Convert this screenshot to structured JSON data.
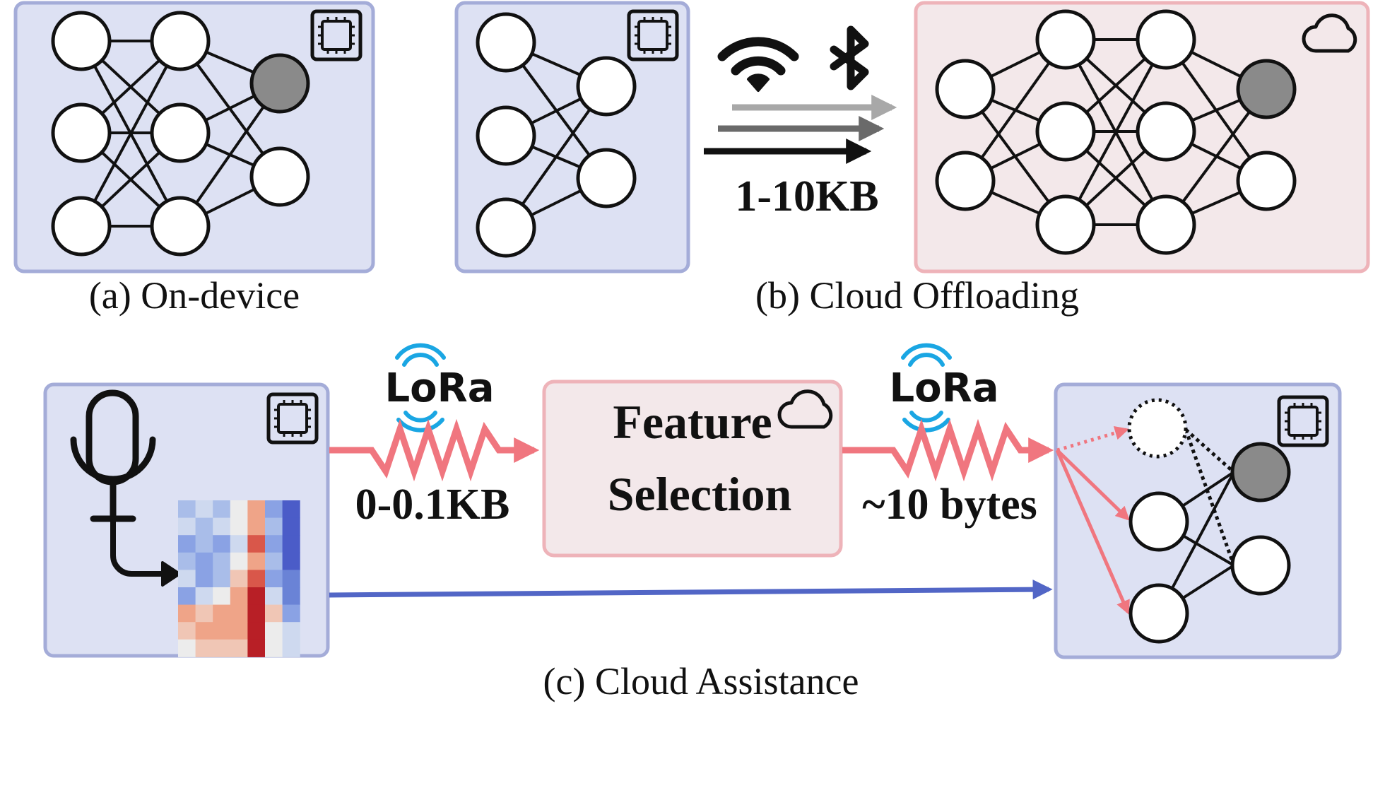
{
  "panels": {
    "on_device": {
      "caption": "(a) On-device"
    },
    "cloud_offloading": {
      "caption": "(b) Cloud Offloading",
      "transfer_size": "1-10KB"
    },
    "cloud_assistance": {
      "caption": "(c) Cloud Assistance",
      "uplink_lora": "LoRa",
      "uplink_size": "0-0.1KB",
      "feature_box_line1": "Feature",
      "feature_box_line2": "Selection",
      "downlink_lora": "LoRa",
      "downlink_size": "~10 bytes"
    }
  },
  "icons": [
    "chip-icon",
    "cloud-icon",
    "wifi-icon",
    "bluetooth-icon",
    "microphone-icon",
    "lora-signal-icon"
  ],
  "colors": {
    "device_fill": "#dde1f3",
    "device_stroke": "#a4acd8",
    "cloud_fill": "#f3e8ea",
    "cloud_stroke": "#eeb3b9",
    "lora_link": "#f0767f",
    "direct_link": "#5266c6",
    "lora_wave": "#1aa6e3",
    "active_node": "#8a8a8a"
  }
}
